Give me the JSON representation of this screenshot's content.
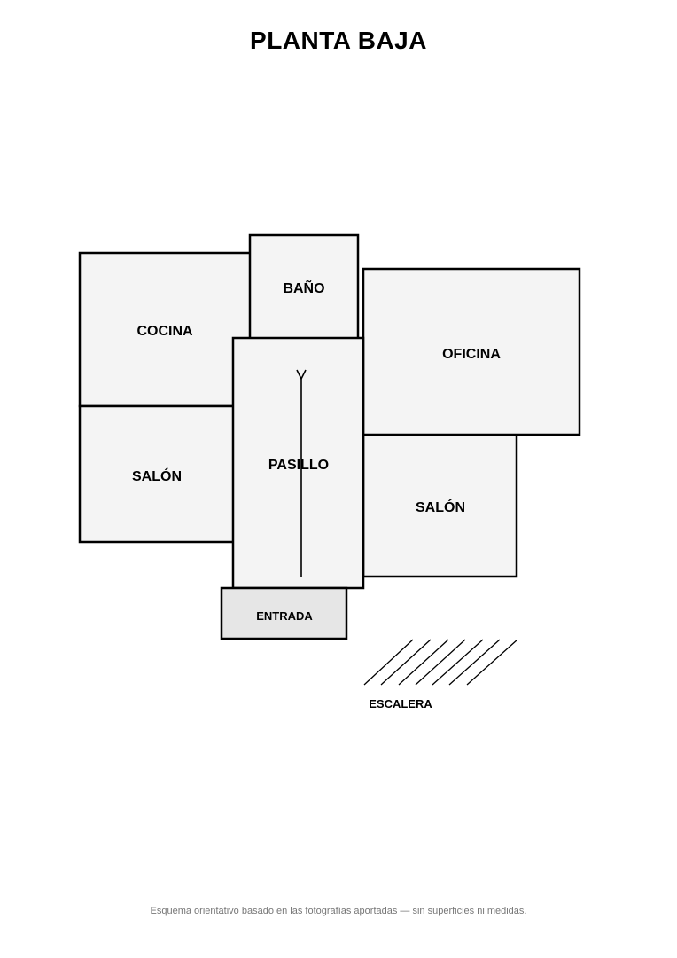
{
  "title": "PLANTA BAJA",
  "rooms": {
    "cocina": "COCINA",
    "bano": "BAÑO",
    "oficina": "OFICINA",
    "salon_left": "SALÓN",
    "pasillo": "PASILLO",
    "salon_right": "SALÓN",
    "entrada": "ENTRADA"
  },
  "stairs_label": "ESCALERA",
  "footer": "Esquema orientativo basado en las fotografías aportadas — sin superficies ni medidas.",
  "colors": {
    "room_fill": "#f4f4f4",
    "entry_fill": "#e6e6e6",
    "stroke": "#000000"
  }
}
